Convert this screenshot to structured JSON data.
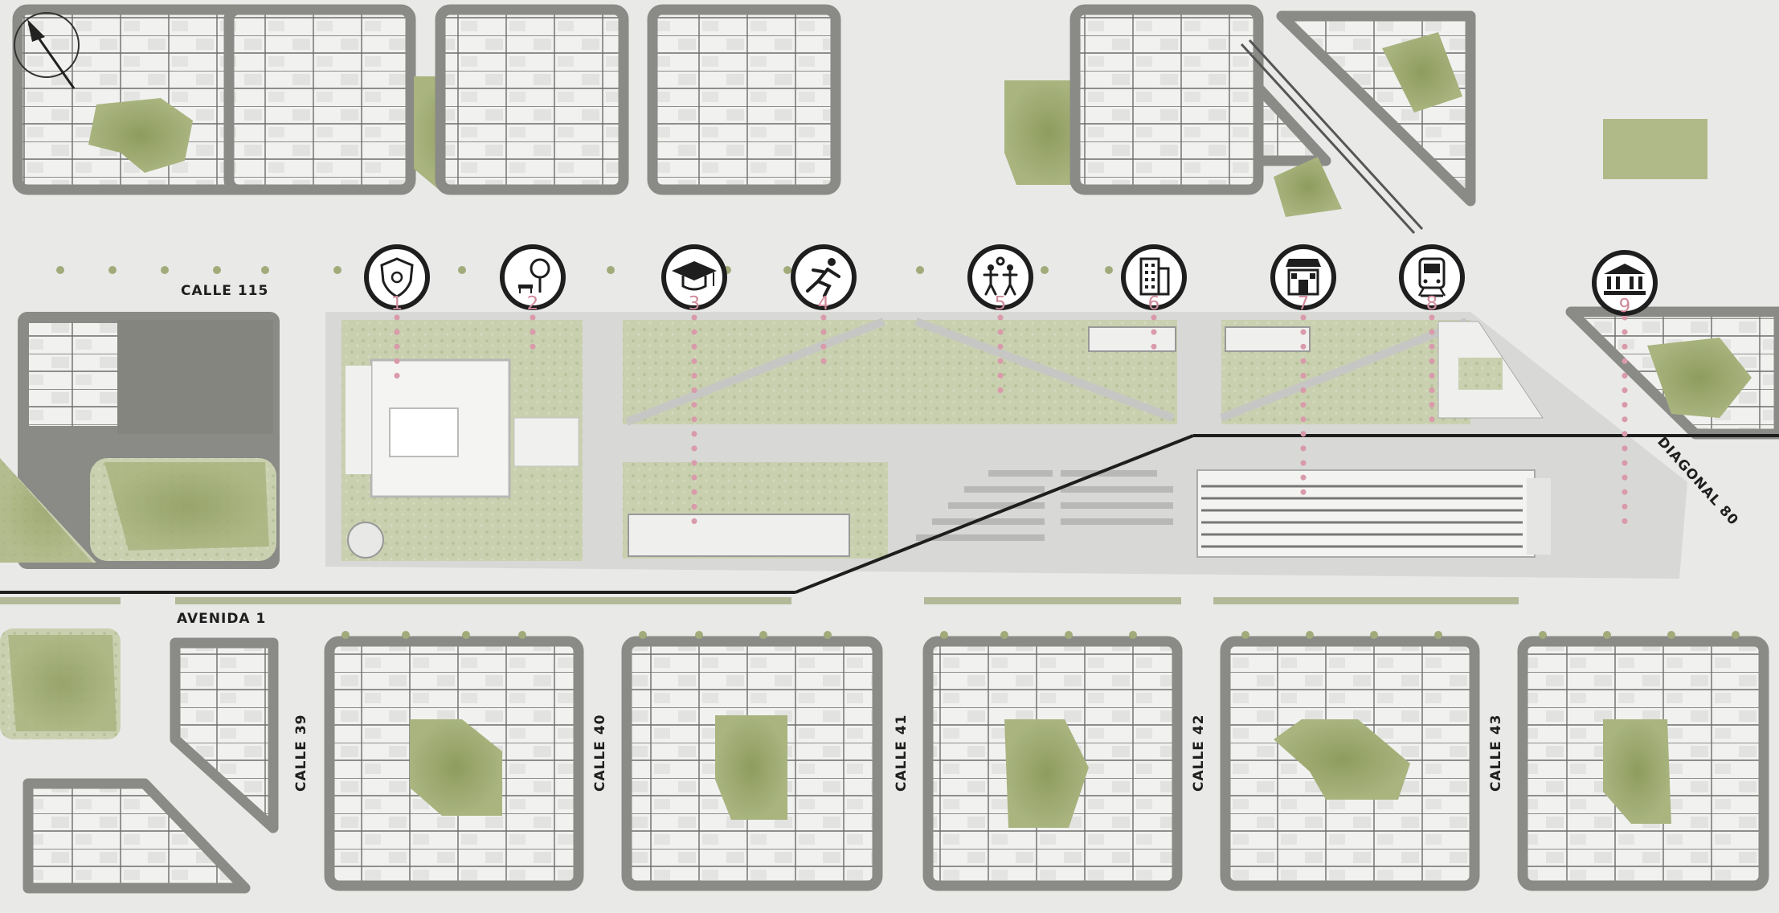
{
  "streets": {
    "calle_115": "CALLE 115",
    "avenida_1": "AVENIDA 1",
    "diagonal_80": "DIAGONAL 80",
    "calle_39": "CALLE 39",
    "calle_40": "CALLE 40",
    "calle_41": "CALLE 41",
    "calle_42": "CALLE 42",
    "calle_43": "CALLE 43"
  },
  "markers": [
    {
      "number": "1",
      "icon": "security-shield-icon"
    },
    {
      "number": "2",
      "icon": "park-tree-bench-icon"
    },
    {
      "number": "3",
      "icon": "education-graduation-cap-icon"
    },
    {
      "number": "4",
      "icon": "sports-runner-icon"
    },
    {
      "number": "5",
      "icon": "children-play-icon"
    },
    {
      "number": "6",
      "icon": "office-building-icon"
    },
    {
      "number": "7",
      "icon": "market-store-icon"
    },
    {
      "number": "8",
      "icon": "train-station-icon"
    },
    {
      "number": "9",
      "icon": "museum-institution-icon"
    }
  ],
  "colors": {
    "block_outline": "#8a8a86",
    "lots": "#f3f3f2",
    "green": "#9aa870",
    "park": "#c9d0b2",
    "street": "#e9e9e8",
    "marker_dots": "#d99aaa",
    "rail": "#1e1e1e"
  },
  "icons": {
    "compass": "north-arrow-icon"
  }
}
